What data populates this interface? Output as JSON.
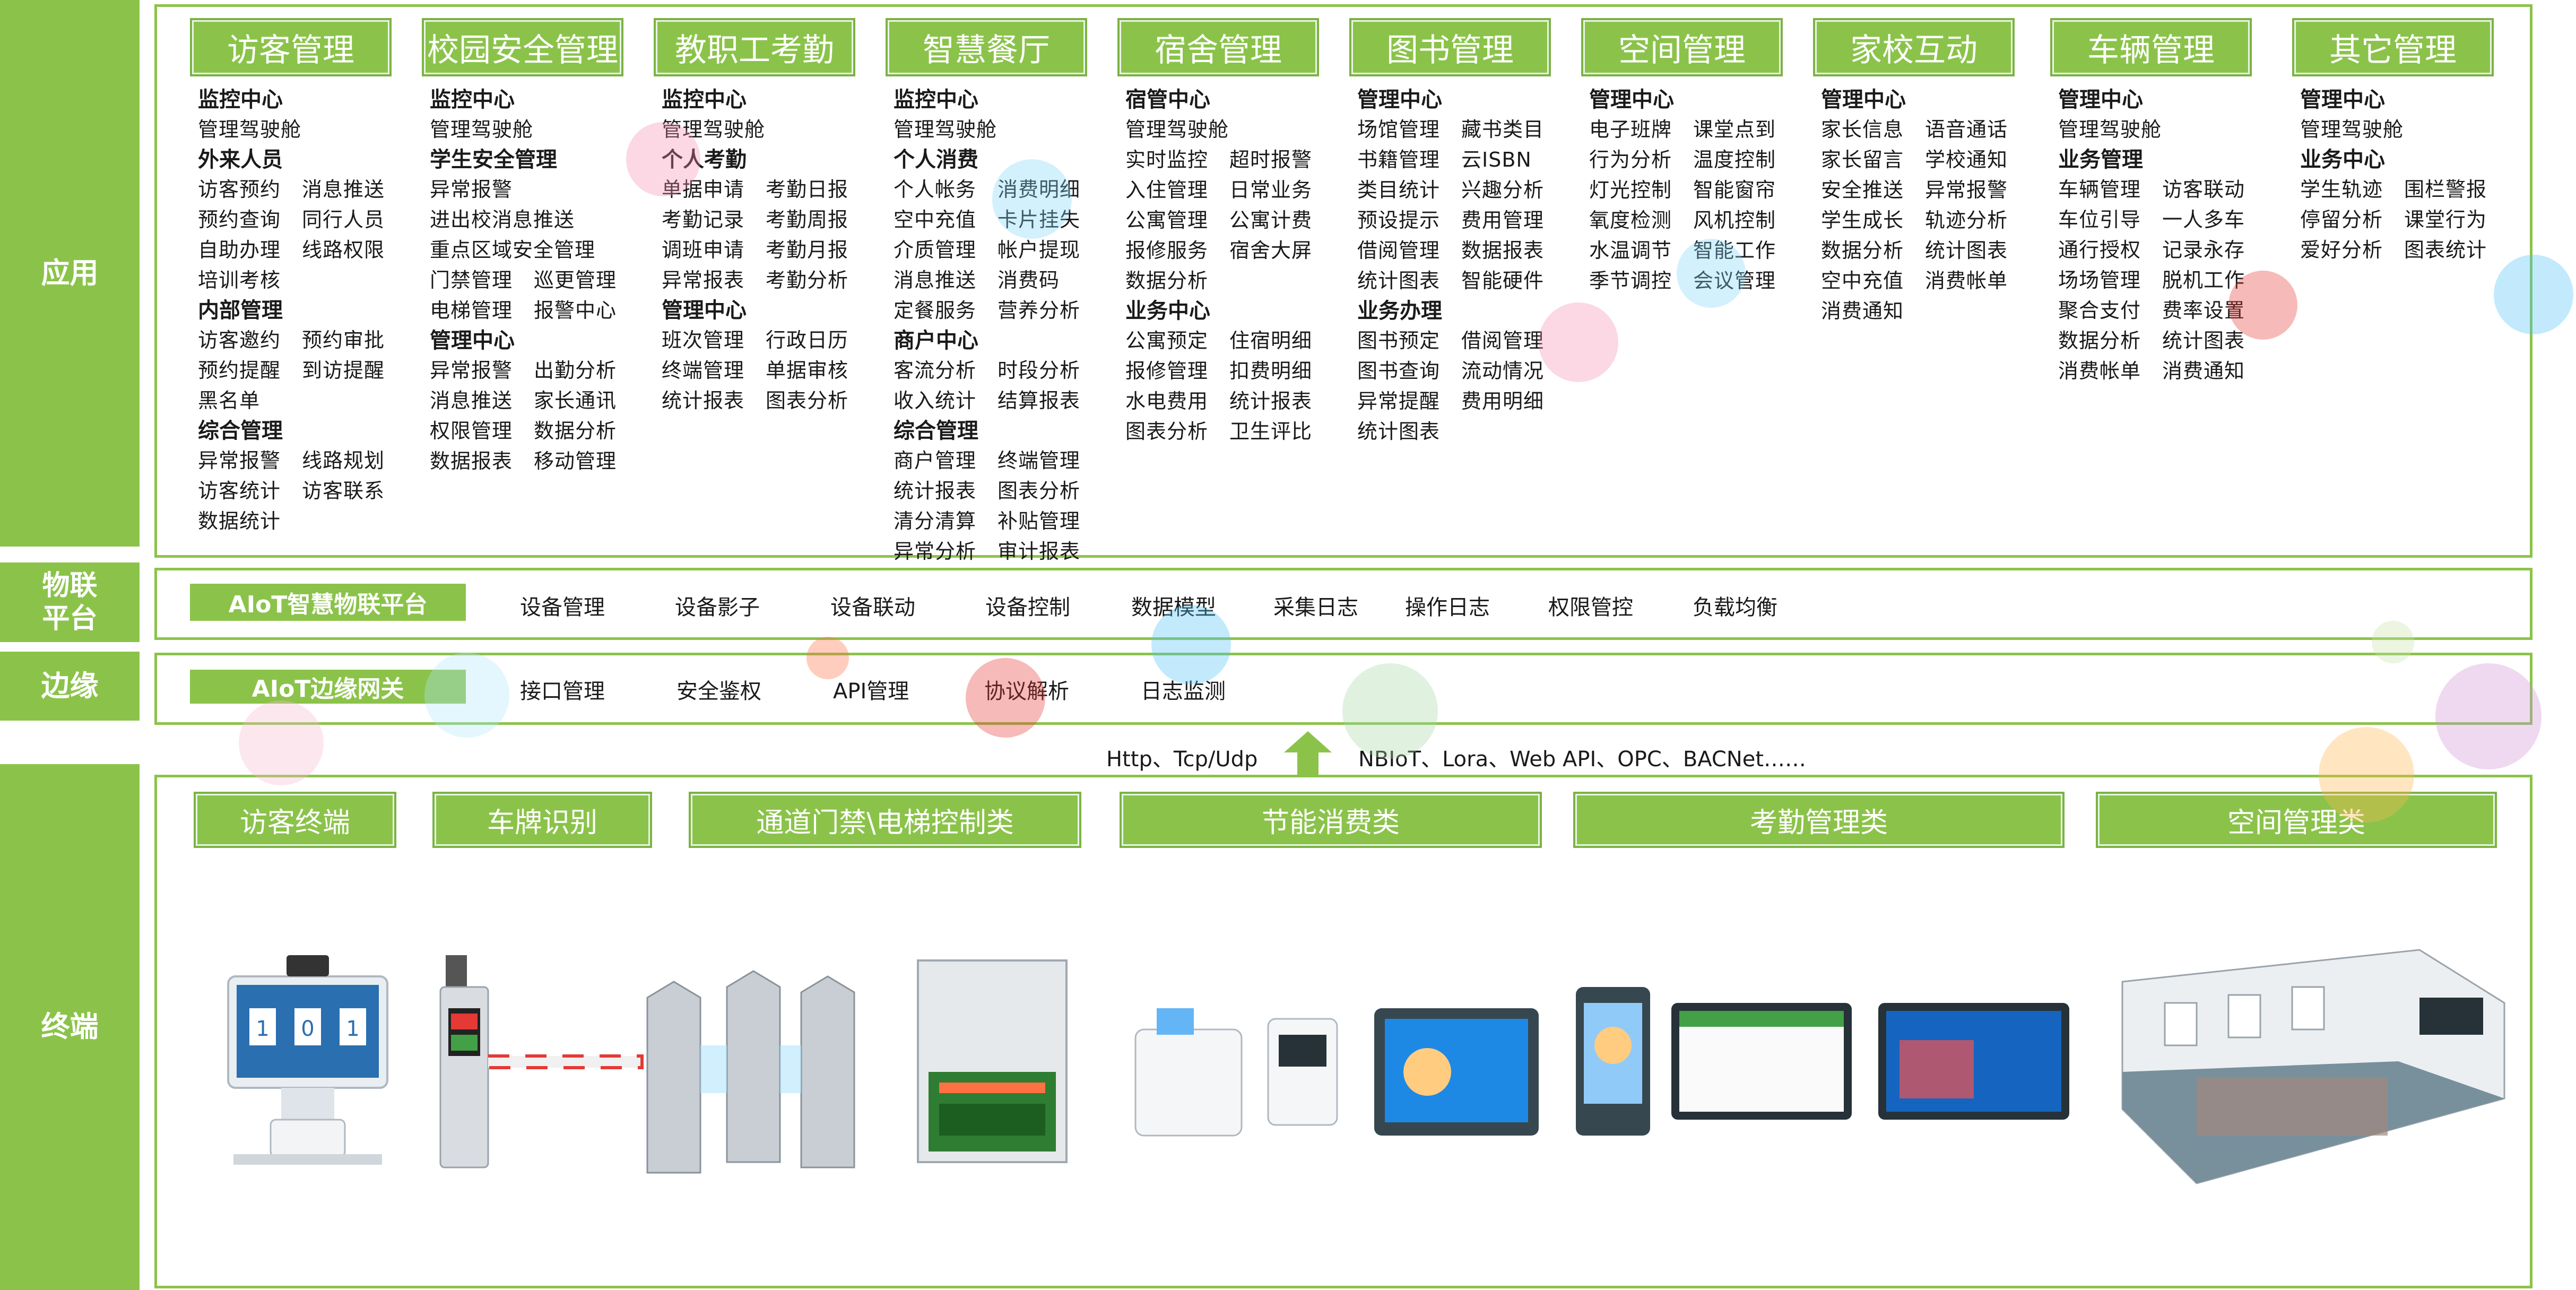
{
  "side_labels": [
    "应用",
    "物联平台",
    "边缘",
    "终端"
  ],
  "app_columns": [
    {
      "title": "访客管理",
      "groups": [
        {
          "name": "监控中心",
          "items": [
            "管理驾驶舱"
          ]
        },
        {
          "name": "外来人员",
          "items": [
            "访客预约",
            "消息推送",
            "预约查询",
            "同行人员",
            "自助办理",
            "线路权限",
            "培训考核"
          ]
        },
        {
          "name": "内部管理",
          "items": [
            "访客邀约",
            "预约审批",
            "预约提醒",
            "到访提醒",
            "黑名单"
          ]
        },
        {
          "name": "综合管理",
          "items": [
            "异常报警",
            "线路规划",
            "访客统计",
            "访客联系",
            "数据统计"
          ]
        }
      ]
    },
    {
      "title": "校园安全管理",
      "groups": [
        {
          "name": "监控中心",
          "items": [
            "管理驾驶舱"
          ]
        },
        {
          "name": "学生安全管理",
          "items": [
            "异常报警",
            "进出校消息推送",
            "重点区域安全管理",
            "门禁管理",
            "巡更管理",
            "电梯管理",
            "报警中心"
          ]
        },
        {
          "name": "管理中心",
          "items": [
            "异常报警",
            "出勤分析",
            "消息推送",
            "家长通讯",
            "权限管理",
            "数据分析",
            "数据报表",
            "移动管理"
          ]
        }
      ]
    },
    {
      "title": "教职工考勤",
      "groups": [
        {
          "name": "监控中心",
          "items": [
            "管理驾驶舱"
          ]
        },
        {
          "name": "个人考勤",
          "items": [
            "单据申请",
            "考勤日报",
            "考勤记录",
            "考勤周报",
            "调班申请",
            "考勤月报",
            "异常报表",
            "考勤分析"
          ]
        },
        {
          "name": "管理中心",
          "items": [
            "班次管理",
            "行政日历",
            "终端管理",
            "单据审核",
            "统计报表",
            "图表分析"
          ]
        }
      ]
    },
    {
      "title": "智慧餐厅",
      "groups": [
        {
          "name": "监控中心",
          "items": [
            "管理驾驶舱"
          ]
        },
        {
          "name": "个人消费",
          "items": [
            "个人帐务",
            "消费明细",
            "空中充值",
            "卡片挂失",
            "介质管理",
            "帐户提现",
            "消息推送",
            "消费码",
            "定餐服务",
            "营养分析"
          ]
        },
        {
          "name": "商户中心",
          "items": [
            "客流分析",
            "时段分析",
            "收入统计",
            "结算报表"
          ]
        },
        {
          "name": "综合管理",
          "items": [
            "商户管理",
            "终端管理",
            "统计报表",
            "图表分析",
            "清分清算",
            "补贴管理",
            "异常分析",
            "审计报表"
          ]
        }
      ]
    },
    {
      "title": "宿舍管理",
      "groups": [
        {
          "name": "宿管中心",
          "items": [
            "管理驾驶舱"
          ]
        },
        {
          "name": "",
          "items": [
            "实时监控",
            "超时报警",
            "入住管理",
            "日常业务",
            "公寓管理",
            "公寓计费",
            "报修服务",
            "宿舍大屏",
            "数据分析"
          ]
        },
        {
          "name": "业务中心",
          "items": [
            "公寓预定",
            "住宿明细",
            "报修管理",
            "扣费明细",
            "水电费用",
            "统计报表",
            "图表分析",
            "卫生评比"
          ]
        }
      ]
    },
    {
      "title": "图书管理",
      "groups": [
        {
          "name": "管理中心",
          "items": [
            "场馆管理",
            "藏书类目",
            "书籍管理",
            "云ISBN",
            "类目统计",
            "兴趣分析",
            "预设提示",
            "费用管理",
            "借阅管理",
            "数据报表",
            "统计图表",
            "智能硬件"
          ]
        },
        {
          "name": "业务办理",
          "items": [
            "图书预定",
            "借阅管理",
            "图书查询",
            "流动情况",
            "异常提醒",
            "费用明细",
            "统计图表"
          ]
        }
      ]
    },
    {
      "title": "空间管理",
      "groups": [
        {
          "name": "管理中心",
          "items": [
            "电子班牌",
            "课堂点到",
            "行为分析",
            "温度控制",
            "灯光控制",
            "智能窗帘",
            "氧度检测",
            "风机控制",
            "水温调节",
            "智能工作",
            "季节调控",
            "会议管理"
          ]
        }
      ]
    },
    {
      "title": "家校互动",
      "groups": [
        {
          "name": "管理中心",
          "items": [
            "家长信息",
            "语音通话",
            "家长留言",
            "学校通知",
            "安全推送",
            "异常报警",
            "学生成长",
            "轨迹分析",
            "数据分析",
            "统计图表",
            "空中充值",
            "消费帐单",
            "消费通知"
          ]
        }
      ]
    },
    {
      "title": "车辆管理",
      "groups": [
        {
          "name": "管理中心",
          "items": [
            "管理驾驶舱"
          ]
        },
        {
          "name": "业务管理",
          "items": [
            "车辆管理",
            "访客联动",
            "车位引导",
            "一人多车",
            "通行授权",
            "记录永存",
            "场场管理",
            "脱机工作",
            "聚合支付",
            "费率设置",
            "数据分析",
            "统计图表",
            "消费帐单",
            "消费通知"
          ]
        }
      ]
    },
    {
      "title": "其它管理",
      "groups": [
        {
          "name": "管理中心",
          "items": [
            "管理驾驶舱"
          ]
        },
        {
          "name": "业务中心",
          "items": [
            "学生轨迹",
            "围栏警报",
            "停留分析",
            "课堂行为",
            "爱好分析",
            "图表统计"
          ]
        }
      ]
    }
  ],
  "platform": {
    "tag": "AIoT智慧物联平台",
    "items": [
      "设备管理",
      "设备影子",
      "设备联动",
      "设备控制",
      "数据模型",
      "采集日志",
      "操作日志",
      "权限管控",
      "负载均衡"
    ]
  },
  "edge": {
    "tag": "AIoT边缘网关",
    "items": [
      "接口管理",
      "安全鉴权",
      "API管理",
      "协议解析",
      "日志监测"
    ]
  },
  "protocols": {
    "left": "Http、Tcp/Udp",
    "right": "NBIoT、Lora、Web API、OPC、BACNet……"
  },
  "terminal_categories": [
    "访客终端",
    "车牌识别",
    "通道门禁\\电梯控制类",
    "节能消费类",
    "考勤管理类",
    "空间管理类"
  ],
  "kiosk_digits": [
    "1",
    "0",
    "1"
  ],
  "colors": {
    "green": "#8bc34a",
    "border": "#8bc34a"
  }
}
